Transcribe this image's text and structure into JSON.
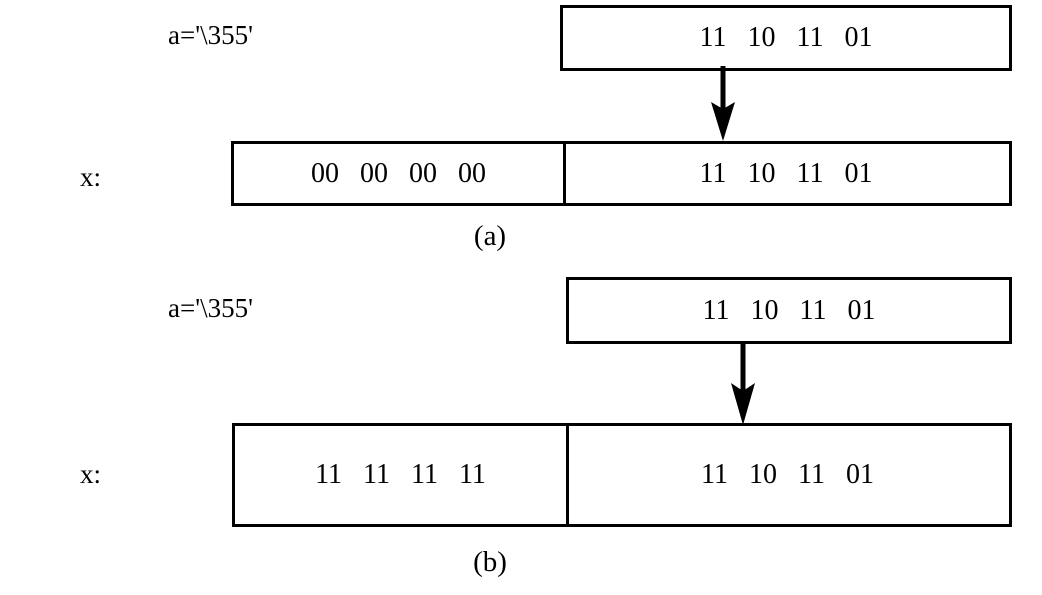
{
  "figure": {
    "panels": [
      {
        "id": "a",
        "caption": "(a)",
        "source": {
          "label": "a='\\355'",
          "bits": "11   10   11   01"
        },
        "arrow": "down-arrow",
        "destination": {
          "label": "x:",
          "high_half_bits": "00   00   00   00",
          "low_half_bits": "11   10   11   01"
        }
      },
      {
        "id": "b",
        "caption": "(b)",
        "source": {
          "label": "a='\\355'",
          "bits": "11   10   11   01"
        },
        "arrow": "down-arrow",
        "destination": {
          "label": "x:",
          "high_half_bits": "11   11   11   11",
          "low_half_bits": "11   10   11   01"
        }
      }
    ],
    "colors": {
      "stroke": "#000000",
      "background": "#ffffff"
    }
  }
}
